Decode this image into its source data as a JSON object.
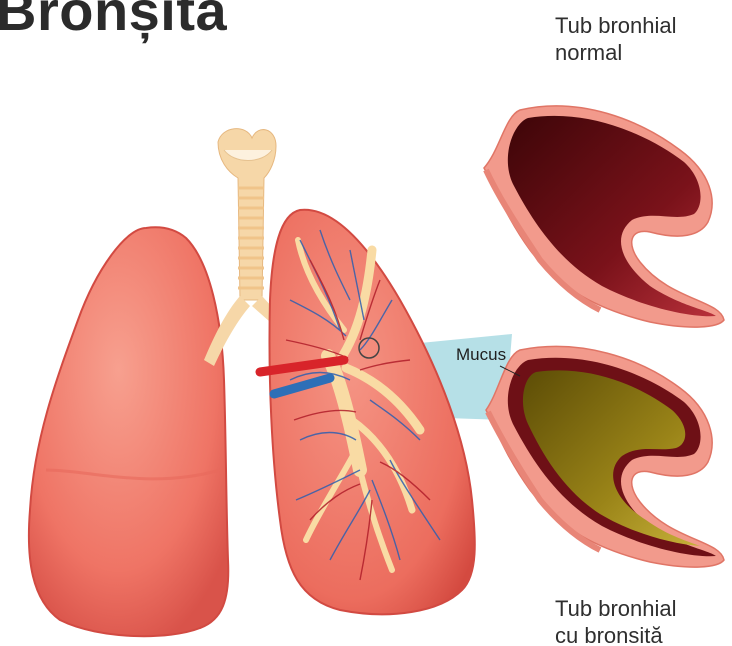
{
  "title": "Bronșita",
  "labels": {
    "normal_line1": "Tub bronhial",
    "normal_line2": "normal",
    "bronsita_line1": "Tub bronhial",
    "bronsita_line2": "cu bronsită",
    "mucus": "Mucus"
  },
  "colors": {
    "lung_fill": "#f0796a",
    "lung_edge": "#d24a42",
    "trachea": "#f6d7a8",
    "artery": "#d8242a",
    "vein": "#2e6fb7",
    "zoom_cone": "#a9dbe3",
    "mucus": "#8f7a12",
    "tube_wall": "#f29a8c",
    "tube_inner_dark": "#6b0d14"
  }
}
